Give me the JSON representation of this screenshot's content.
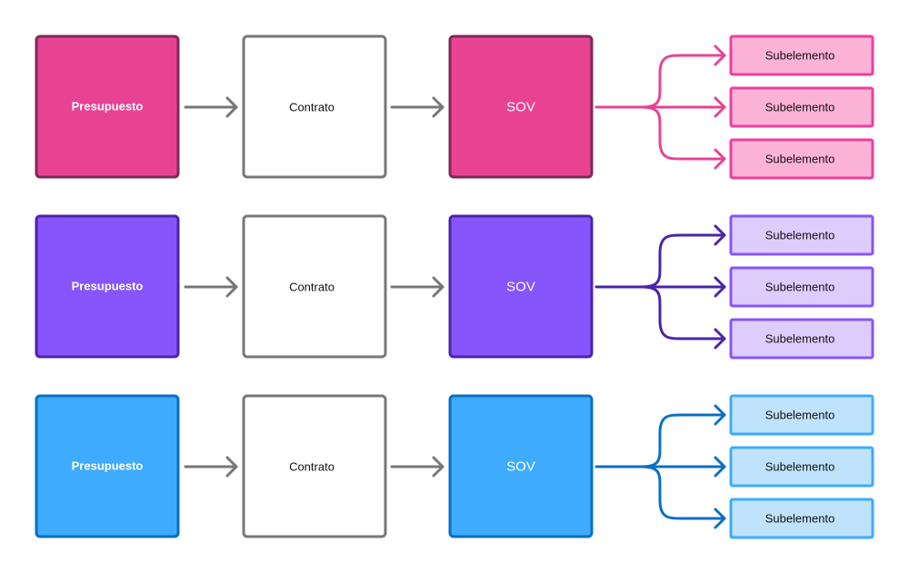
{
  "rows": [
    {
      "budget_label": "Presupuesto",
      "contract_label": "Contrato",
      "sov_label": "SOV",
      "sub_labels": [
        "Subelemento",
        "Subelemento",
        "Subelemento"
      ],
      "colors": {
        "main_fill": "#e84393",
        "main_stroke": "#7a2a56",
        "text": "#ffffff",
        "branch": "#e84393",
        "sub_fill": "#fdb3d6",
        "sub_stroke": "#f03ca0"
      }
    },
    {
      "budget_label": "Presupuesto",
      "contract_label": "Contrato",
      "sov_label": "SOV",
      "sub_labels": [
        "Subelemento",
        "Subelemento",
        "Subelemento"
      ],
      "colors": {
        "main_fill": "#8854fb",
        "main_stroke": "#4a24a8",
        "text": "#ffffff",
        "branch": "#4a24a8",
        "sub_fill": "#dccdfd",
        "sub_stroke": "#8854fb"
      }
    },
    {
      "budget_label": "Presupuesto",
      "contract_label": "Contrato",
      "sov_label": "SOV",
      "sub_labels": [
        "Subelemento",
        "Subelemento",
        "Subelemento"
      ],
      "colors": {
        "main_fill": "#3eabfd",
        "main_stroke": "#0a6fc4",
        "text": "#ffffff",
        "branch": "#0a6fc4",
        "sub_fill": "#bfe3fd",
        "sub_stroke": "#3eabfd"
      }
    }
  ],
  "neutral": {
    "contract_fill": "#ffffff",
    "contract_stroke": "#777777",
    "arrow": "#777777",
    "contract_text": "#111111",
    "sub_text": "#111111"
  }
}
